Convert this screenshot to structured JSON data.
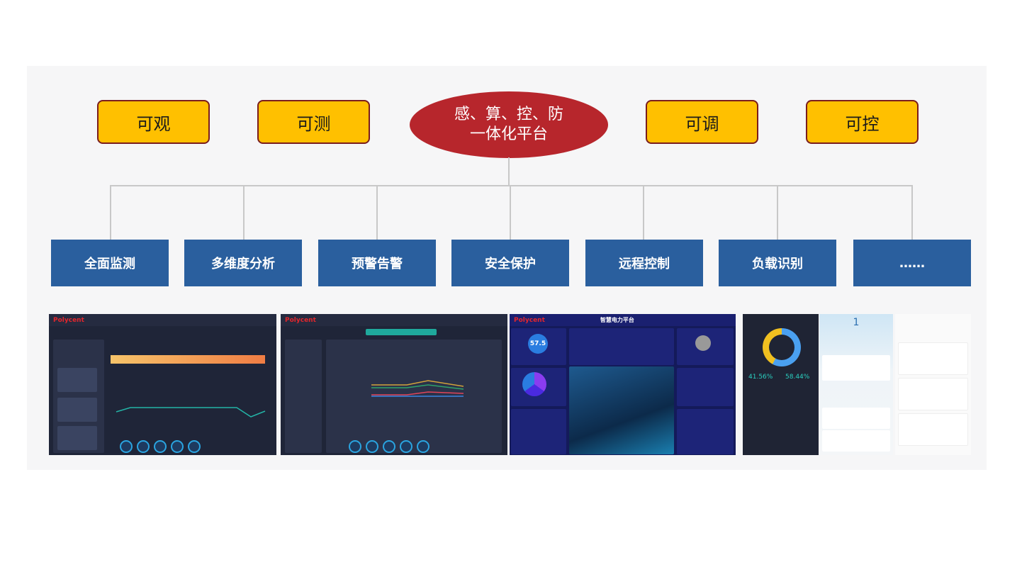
{
  "top_row": {
    "left": [
      "可观",
      "可测"
    ],
    "center": {
      "line1": "感、算、控、防",
      "line2": "一体化平台"
    },
    "right": [
      "可调",
      "可控"
    ]
  },
  "functions": [
    "全面监测",
    "多维度分析",
    "预警告警",
    "安全保护",
    "远程控制",
    "负载识别",
    "……"
  ],
  "screenshots": {
    "brand": "Polycent",
    "platform_title": "智慧电力平台",
    "score": "57.5",
    "mobile_percent_a": "41.56%",
    "mobile_percent_b": "58.44%",
    "mobile_count": "1"
  },
  "colors": {
    "yellow": "#FFC000",
    "red": "#B7262C",
    "blue": "#2A5F9E"
  }
}
